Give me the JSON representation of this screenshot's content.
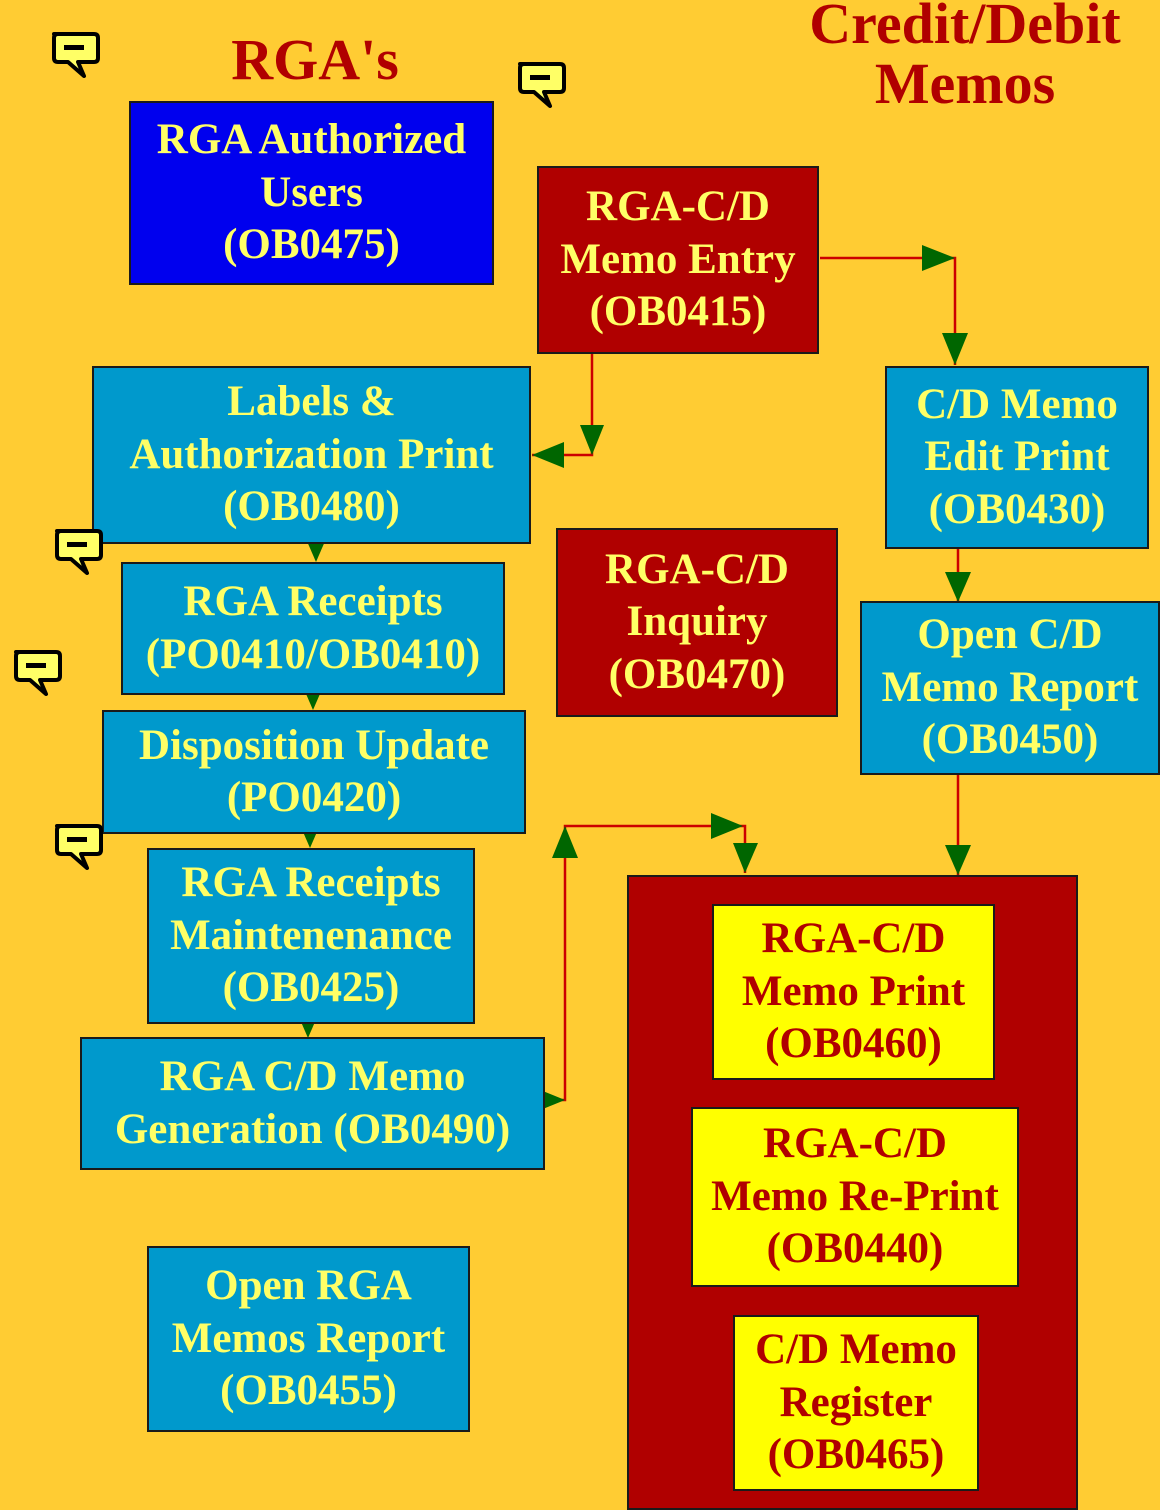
{
  "titles": {
    "rgas": "RGA's",
    "credit_debit": "Credit/Debit\nMemos"
  },
  "boxes": {
    "authorized_users": "RGA Authorized\nUsers\n(OB0475)",
    "memo_entry": "RGA-C/D\nMemo Entry\n(OB0415)",
    "labels_print": "Labels &\nAuthorization Print\n(OB0480)",
    "cd_edit_print": "C/D Memo\nEdit Print\n(OB0430)",
    "rga_receipts": "RGA Receipts\n(PO0410/OB0410)",
    "cd_inquiry": "RGA-C/D\nInquiry\n(OB0470)",
    "open_cd_report": "Open C/D\nMemo Report\n(OB0450)",
    "disposition_update": "Disposition Update\n(PO0420)",
    "receipts_maintenance": "RGA Receipts\nMaintenenance\n(OB0425)",
    "memo_generation": "RGA C/D Memo\nGeneration (OB0490)",
    "open_rga_report": "Open RGA\nMemos Report\n(OB0455)",
    "memo_print": "RGA-C/D\nMemo Print\n(OB0460)",
    "memo_reprint": "RGA-C/D\nMemo Re-Print\n(OB0440)",
    "memo_register": "C/D Memo\nRegister\n(OB0465)"
  },
  "colors": {
    "background": "#FFCC33",
    "title_text": "#B00000",
    "blue_box": "#0000EE",
    "teal_box": "#0099CC",
    "red_box": "#B00000",
    "yellow_box": "#FFFF00",
    "box_text_light": "#FFFF66",
    "connector_line": "#CC0000",
    "arrowhead": "#006600"
  },
  "icons": [
    "comment-bubble-icon",
    "comment-bubble-icon",
    "comment-bubble-icon",
    "comment-bubble-icon",
    "comment-bubble-icon"
  ]
}
